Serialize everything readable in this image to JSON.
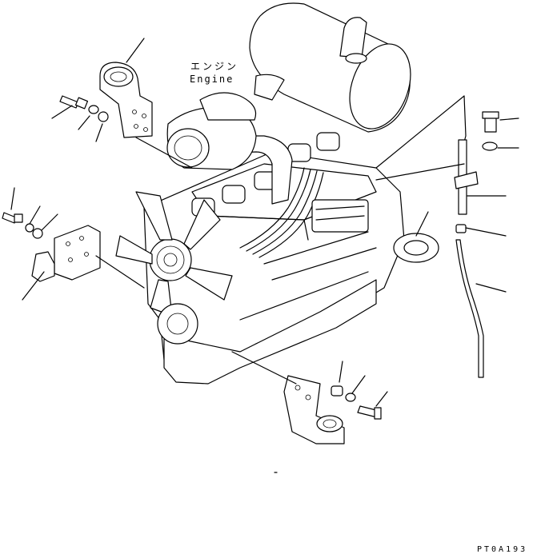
{
  "labels": {
    "engine_ja": "エンジン",
    "engine_en": "Engine",
    "drawing_code": "PT0A193"
  },
  "colors": {
    "line": "#000000",
    "background": "#ffffff"
  }
}
